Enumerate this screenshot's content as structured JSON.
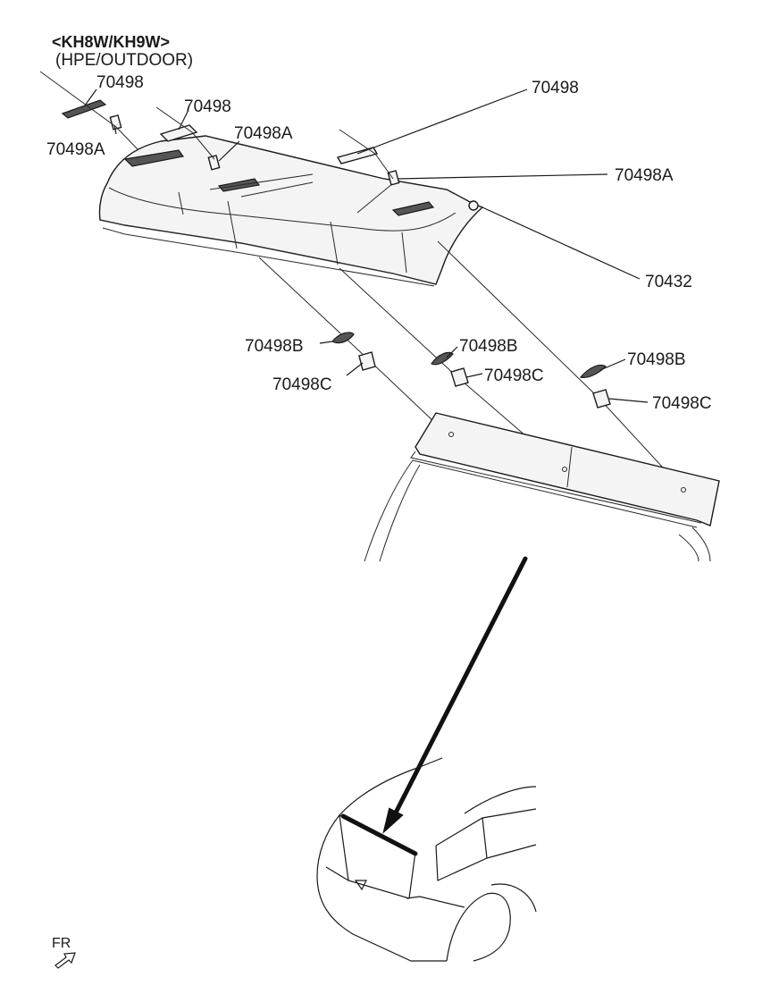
{
  "header": {
    "model": "<KH8W/KH9W>",
    "variant": "(HPE/OUTDOOR)"
  },
  "labels": {
    "l1": "70498",
    "l2": "70498",
    "l3": "70498A",
    "l4": "70498A",
    "l5": "70498",
    "l6": "70498A",
    "l7": "70432",
    "l8": "70498B",
    "l9": "70498C",
    "l10": "70498B",
    "l11": "70498C",
    "l12": "70498B",
    "l13": "70498C"
  },
  "direction": {
    "label": "FR",
    "icon": "front-arrow-icon"
  }
}
